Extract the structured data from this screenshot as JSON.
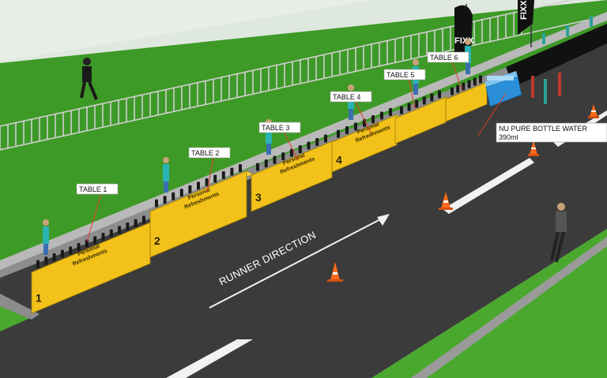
{
  "tables": [
    {
      "label": "TABLE 1",
      "number": "1",
      "sign_line1": "Personal",
      "sign_line2": "Refreshments"
    },
    {
      "label": "TABLE 2",
      "number": "2",
      "sign_line1": "Personal",
      "sign_line2": "Refreshments"
    },
    {
      "label": "TABLE 3",
      "number": "3",
      "sign_line1": "Personal",
      "sign_line2": "Refreshments"
    },
    {
      "label": "TABLE 4",
      "number": "4",
      "sign_line1": "Personal",
      "sign_line2": "Refreshments"
    },
    {
      "label": "TABLE 5",
      "number": "",
      "sign_line1": "",
      "sign_line2": ""
    },
    {
      "label": "TABLE 6",
      "number": "",
      "sign_line1": "",
      "sign_line2": ""
    }
  ],
  "water_station": {
    "line1": "NU PURE BOTTLE WATER",
    "line2": "390ml"
  },
  "runner_direction": "RUNNER DIRECTION",
  "flag_text": "FIXX",
  "colors": {
    "grass": "#3f9a2a",
    "road": "#3a3a3a",
    "table_yellow": "#f2c21a",
    "water_blue": "#2a8fd8",
    "cone_orange": "#ff6a1a",
    "label_line": "#e23b2b"
  }
}
